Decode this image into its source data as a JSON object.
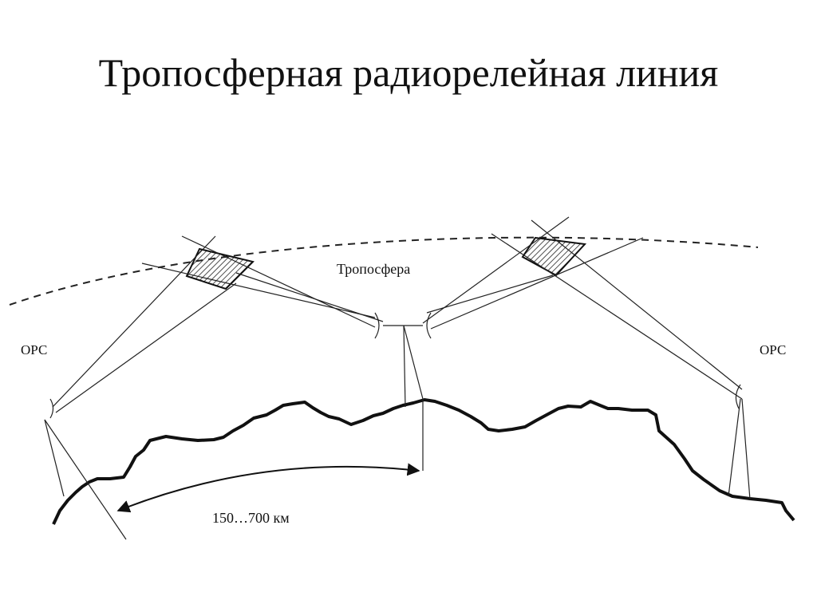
{
  "title": "Тропосферная радиорелейная линия",
  "labels": {
    "troposphere": "Тропосфера",
    "station_left": "ОРС",
    "station_right": "ОРС",
    "distance": "150…700 км"
  }
}
